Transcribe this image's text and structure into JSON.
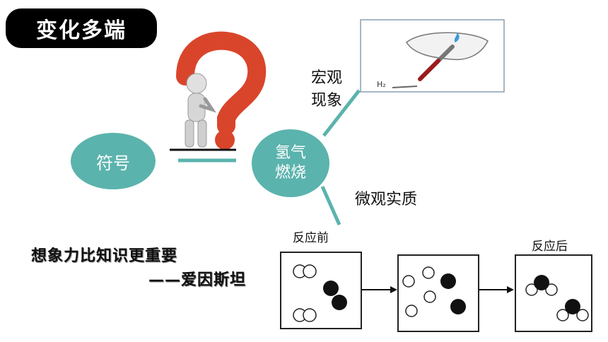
{
  "title": "变化多端",
  "nodes": {
    "symbol": "符号",
    "hydrogen_line1": "氢气",
    "hydrogen_line2": "燃烧"
  },
  "branches": {
    "macro_line1": "宏观",
    "macro_line2": "现象",
    "micro": "微观实质"
  },
  "flask_caption": "H₂",
  "reaction": {
    "before": "反应前",
    "after": "反应后"
  },
  "quote": {
    "text": "想象力比知识更重要",
    "author": "——爱因斯坦"
  },
  "colors": {
    "node_fill": "#5bb3ad",
    "question_mark": "#d9452b"
  }
}
